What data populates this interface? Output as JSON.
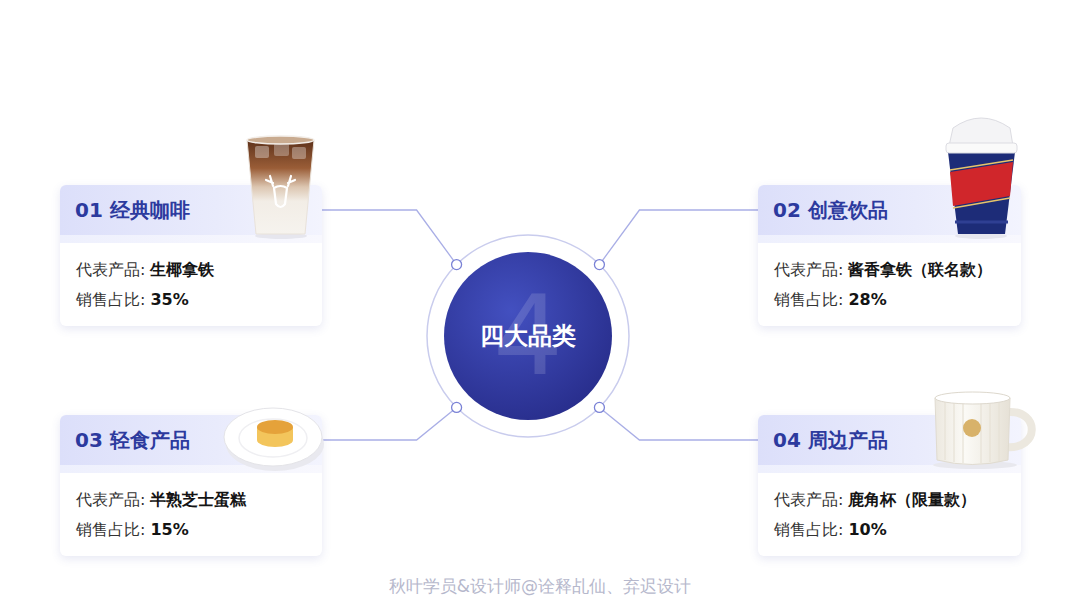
{
  "diagram": {
    "nodes": [
      {
        "text": [
          "01 经典咖啡",
          "代表产品:",
          "生椰拿铁",
          "销售占比:",
          "35%"
        ]
      },
      {
        "text": [
          "02 创意饮品",
          "代表产品:",
          "酱香拿铁（联名款）",
          "销售占比:",
          "28%"
        ]
      },
      {
        "text": [
          "四大品类",
          "4"
        ]
      },
      {
        "text": [
          "03 轻食产品",
          "代表产品:",
          "半熟芝士蛋糕",
          "销售占比:",
          "15%"
        ]
      },
      {
        "text": [
          "04 周边产品",
          "代表产品:",
          "鹿角杯（限量款）",
          "销售占比:",
          "10%"
        ]
      }
    ],
    "edges": [
      {
        "from": 2,
        "to": 0,
        "arrow": "none"
      },
      {
        "from": 2,
        "to": 1,
        "arrow": "none"
      },
      {
        "from": 2,
        "to": 3,
        "arrow": "none"
      },
      {
        "from": 2,
        "to": 4,
        "arrow": "none"
      }
    ],
    "labels": [
      "秋叶学员&设计师@诠释乩仙、弃迟设计"
    ]
  }
}
